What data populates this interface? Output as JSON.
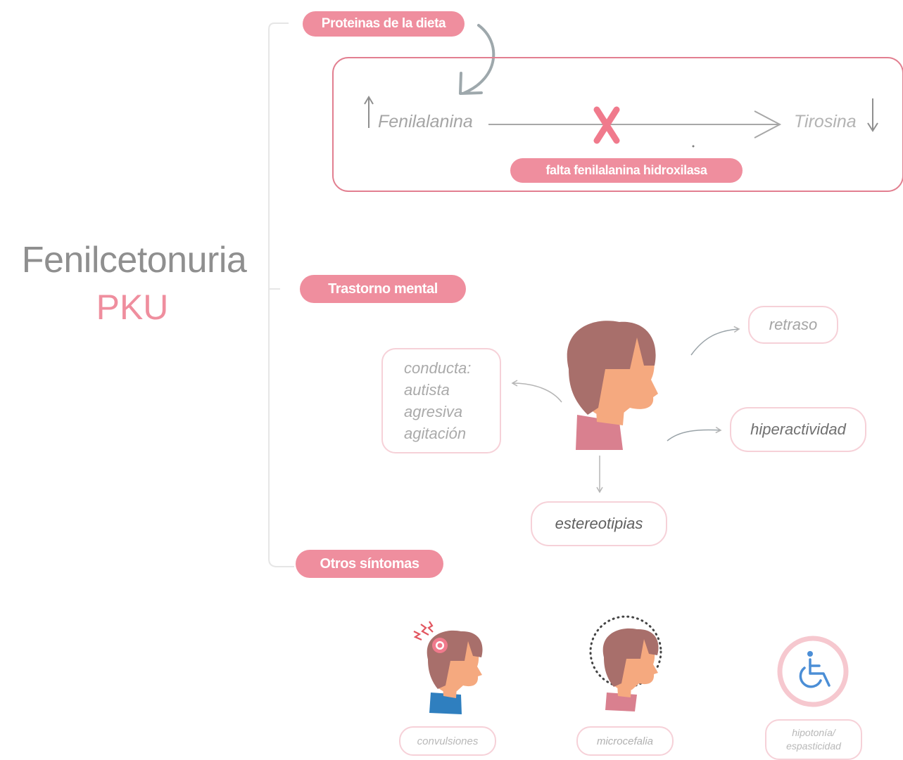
{
  "title": {
    "main": "Fenilcetonuria",
    "sub": "PKU"
  },
  "sections": {
    "diet": "Proteinas de la dieta",
    "mental": "Trastorno mental",
    "other": "Otros síntomas"
  },
  "pathway": {
    "from": "Fenilalanina",
    "to": "Tirosina",
    "enzyme_label": "falta fenilalanina hidroxilasa",
    "from_trend": "up",
    "to_trend": "down"
  },
  "mental_effects": {
    "conduct_lines": [
      "conducta:",
      "autista",
      "agresiva",
      "agitación"
    ],
    "retraso": "retraso",
    "hiperactividad": "hiperactividad",
    "estereotipias": "estereotipias"
  },
  "other_symptoms": {
    "convulsiones": "convulsiones",
    "microcefalia": "microcefalia",
    "hipotonia_line1": "hipotonía/",
    "hipotonia_line2": "espasticidad"
  },
  "colors": {
    "accent_pink": "#ef8e9e",
    "light_pink": "#f6d1d8",
    "grey_text": "#a9a9a9",
    "title_grey": "#8f8f8f",
    "block_x": "#f07a8c",
    "skin": "#f5a97f",
    "hair": "#a86f6b",
    "shirt_pink": "#d9808f",
    "shirt_blue": "#2f7fbf",
    "wheelchair_blue": "#4b8ed6"
  },
  "icons": [
    "up-arrow-icon",
    "down-arrow-icon",
    "blocked-x-icon",
    "head-profile-icon",
    "pain-spark-icon",
    "dotted-circle-icon",
    "wheelchair-icon"
  ]
}
